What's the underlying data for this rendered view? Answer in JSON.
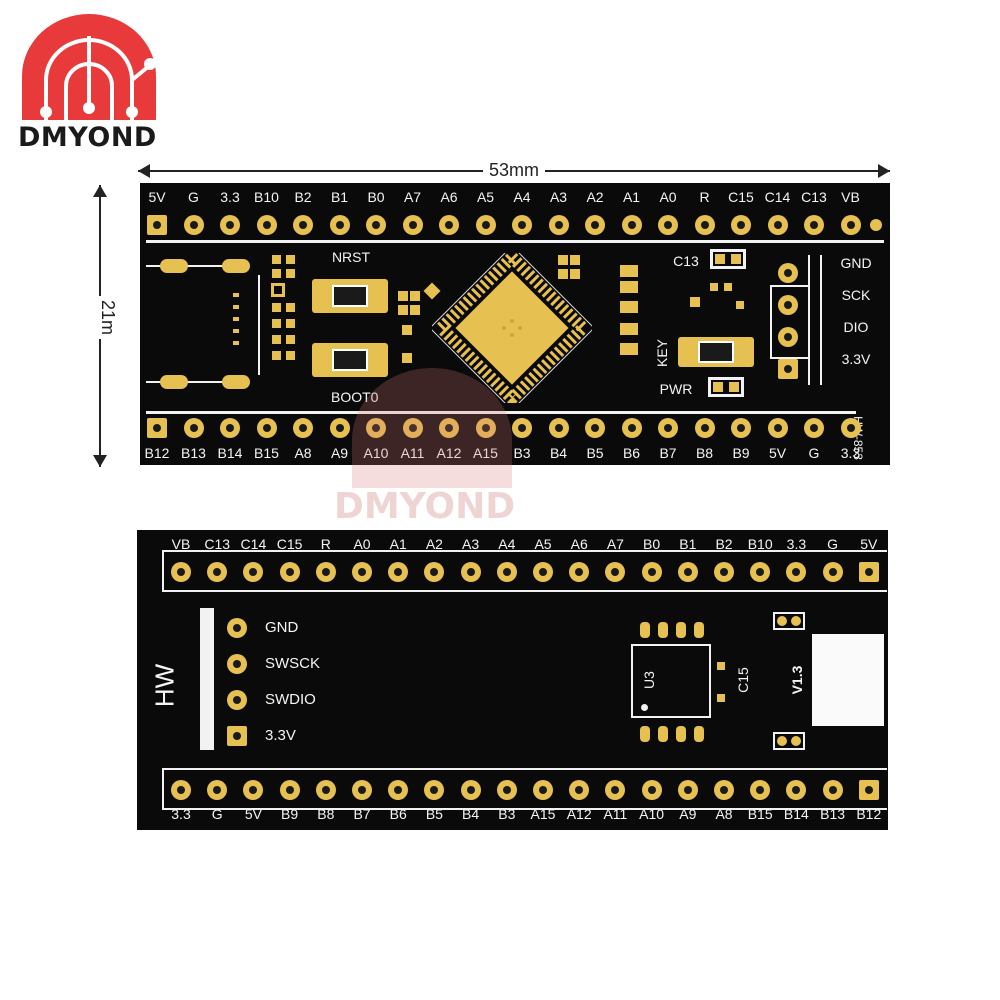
{
  "brand": {
    "logo_text": "DMYOND",
    "watermark_text": "DMYOND",
    "accent": "#e83a3a"
  },
  "dimensions": {
    "width_label": "53mm",
    "height_label": "21m"
  },
  "front": {
    "top_pins": [
      "5V",
      "G",
      "3.3",
      "B10",
      "B2",
      "B1",
      "B0",
      "A7",
      "A6",
      "A5",
      "A4",
      "A3",
      "A2",
      "A1",
      "A0",
      "R",
      "C15",
      "C14",
      "C13",
      "VB"
    ],
    "bottom_pins": [
      "B12",
      "B13",
      "B14",
      "B15",
      "A8",
      "A9",
      "A10",
      "A11",
      "A12",
      "A15",
      "B3",
      "B4",
      "B5",
      "B6",
      "B7",
      "B8",
      "B9",
      "5V",
      "G",
      "3.3"
    ],
    "swd_pins": [
      "GND",
      "SCK",
      "DIO",
      "3.3V"
    ],
    "labels": {
      "nrst": "NRST",
      "boot0": "BOOT0",
      "c13": "C13",
      "key": "KEY",
      "pwr": "PWR",
      "model": "HW-853"
    }
  },
  "back": {
    "top_pins": [
      "VB",
      "C13",
      "C14",
      "C15",
      "R",
      "A0",
      "A1",
      "A2",
      "A3",
      "A4",
      "A5",
      "A6",
      "A7",
      "B0",
      "B1",
      "B2",
      "B10",
      "3.3",
      "G",
      "5V"
    ],
    "bottom_pins": [
      "3.3",
      "G",
      "5V",
      "B9",
      "B8",
      "B7",
      "B6",
      "B5",
      "B4",
      "B3",
      "A15",
      "A12",
      "A11",
      "A10",
      "A9",
      "A8",
      "B15",
      "B14",
      "B13",
      "B12"
    ],
    "swd_pins": [
      "GND",
      "SWSCK",
      "SWDIO",
      "3.3V"
    ],
    "labels": {
      "hw": "HW",
      "u3": "U3",
      "c15": "C15",
      "version": "V1.3"
    }
  },
  "colors": {
    "board": "#0a0a0a",
    "gold": "#e6c050",
    "silkscreen": "#f2f2f2"
  }
}
